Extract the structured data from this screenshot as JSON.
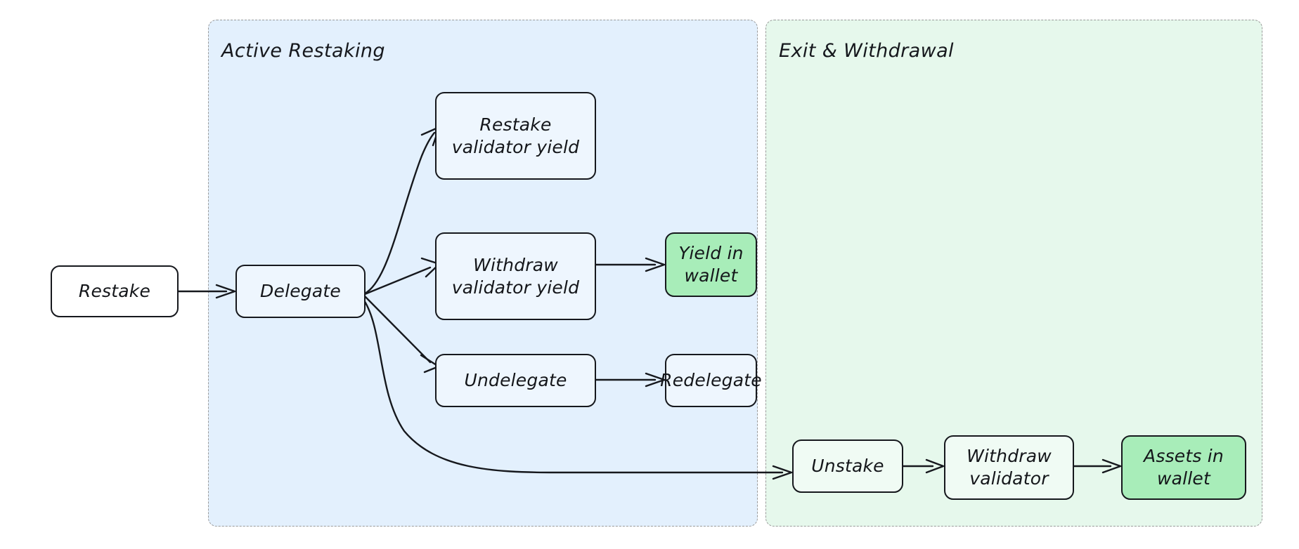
{
  "diagram": {
    "title": "Restaking lifecycle flowchart",
    "type": "flowchart",
    "direction": "left-to-right"
  },
  "colors": {
    "subgraph_active_fill": "#e3f0fd",
    "subgraph_exit_fill": "#e6f8ec",
    "subgraph_border": "#9a9a9a",
    "node_border": "#16181d",
    "node_fill_plain": "#ffffff",
    "node_fill_blue": "#eef6fe",
    "node_fill_mint": "#f0fbf4",
    "node_fill_highlight_green": "#a8edb9",
    "edge_stroke": "#16181d",
    "text": "#14161a"
  },
  "subgraphs": [
    {
      "id": "active",
      "label": "Active Restaking"
    },
    {
      "id": "exit",
      "label": "Exit & Withdrawal"
    }
  ],
  "nodes": [
    {
      "id": "restake",
      "label": "Restake",
      "lines": [
        "Restake"
      ],
      "group": "none",
      "style": "plain"
    },
    {
      "id": "delegate",
      "label": "Delegate",
      "lines": [
        "Delegate"
      ],
      "group": "active",
      "style": "blue"
    },
    {
      "id": "restake_yield",
      "label": "Restake validator yield",
      "lines": [
        "Restake",
        "validator yield"
      ],
      "group": "active",
      "style": "blue"
    },
    {
      "id": "withdraw_yield",
      "label": "Withdraw validator yield",
      "lines": [
        "Withdraw",
        "validator yield"
      ],
      "group": "active",
      "style": "blue"
    },
    {
      "id": "yield_wallet",
      "label": "Yield in wallet",
      "lines": [
        "Yield in",
        "wallet"
      ],
      "group": "active",
      "style": "green"
    },
    {
      "id": "undelegate",
      "label": "Undelegate",
      "lines": [
        "Undelegate"
      ],
      "group": "active",
      "style": "blue"
    },
    {
      "id": "redelegate",
      "label": "Redelegate",
      "lines": [
        "Redelegate"
      ],
      "group": "active",
      "style": "blue"
    },
    {
      "id": "unstake",
      "label": "Unstake",
      "lines": [
        "Unstake"
      ],
      "group": "exit",
      "style": "mint"
    },
    {
      "id": "withdraw_val",
      "label": "Withdraw validator",
      "lines": [
        "Withdraw",
        "validator"
      ],
      "group": "exit",
      "style": "mint"
    },
    {
      "id": "assets_wallet",
      "label": "Assets in wallet",
      "lines": [
        "Assets in",
        "wallet"
      ],
      "group": "exit",
      "style": "green"
    }
  ],
  "edges": [
    {
      "from": "restake",
      "to": "delegate"
    },
    {
      "from": "delegate",
      "to": "restake_yield"
    },
    {
      "from": "delegate",
      "to": "withdraw_yield"
    },
    {
      "from": "delegate",
      "to": "undelegate"
    },
    {
      "from": "delegate",
      "to": "unstake"
    },
    {
      "from": "withdraw_yield",
      "to": "yield_wallet"
    },
    {
      "from": "undelegate",
      "to": "redelegate"
    },
    {
      "from": "unstake",
      "to": "withdraw_val"
    },
    {
      "from": "withdraw_val",
      "to": "assets_wallet"
    }
  ]
}
